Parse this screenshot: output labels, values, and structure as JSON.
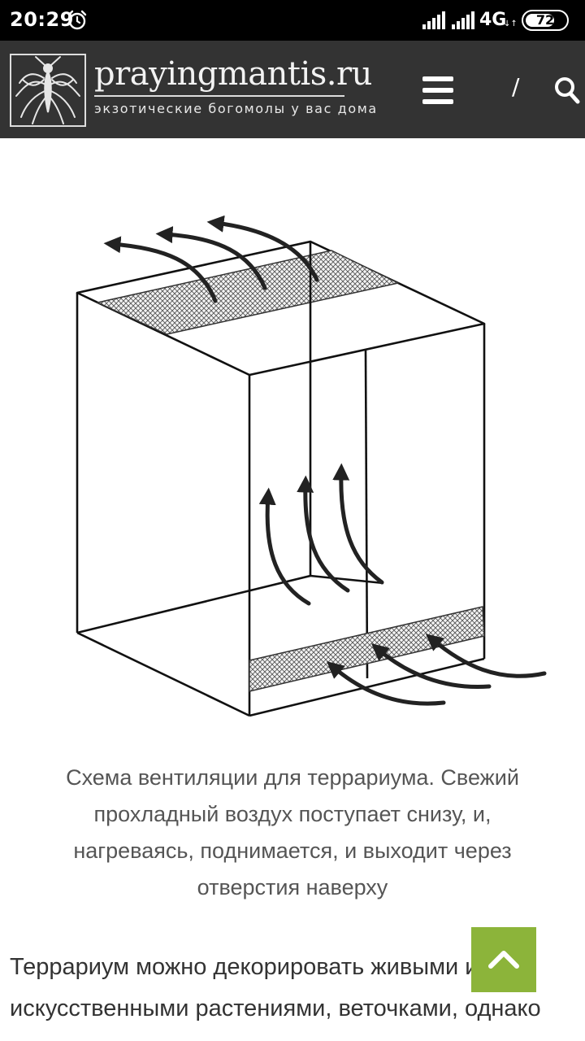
{
  "status_bar": {
    "time": "20:29",
    "network_type": "4G",
    "network_arrows": "↓↑",
    "battery_level": "72",
    "battery_percent": 72,
    "icons": [
      "alarm-icon",
      "signal-icon",
      "signal-icon"
    ]
  },
  "header": {
    "site_name": "prayingmantis.ru",
    "tagline": "экзотические богомолы у вас дома",
    "separator": "/",
    "icons": [
      "mantis-logo-icon",
      "hamburger-menu-icon",
      "search-icon"
    ],
    "background_color": "#333333"
  },
  "article": {
    "caption": "Схема вентиляции для террариума. Свежий прохладный воздух поступает снизу, и, нагреваясь, поднимается, и выходит через отверстия наверху",
    "body_text": "Террариум можно декорировать живыми или искусственными растениями, веточками, однако"
  },
  "scroll_top": {
    "icon": "chevron-up-icon",
    "color": "#8cb43a"
  }
}
